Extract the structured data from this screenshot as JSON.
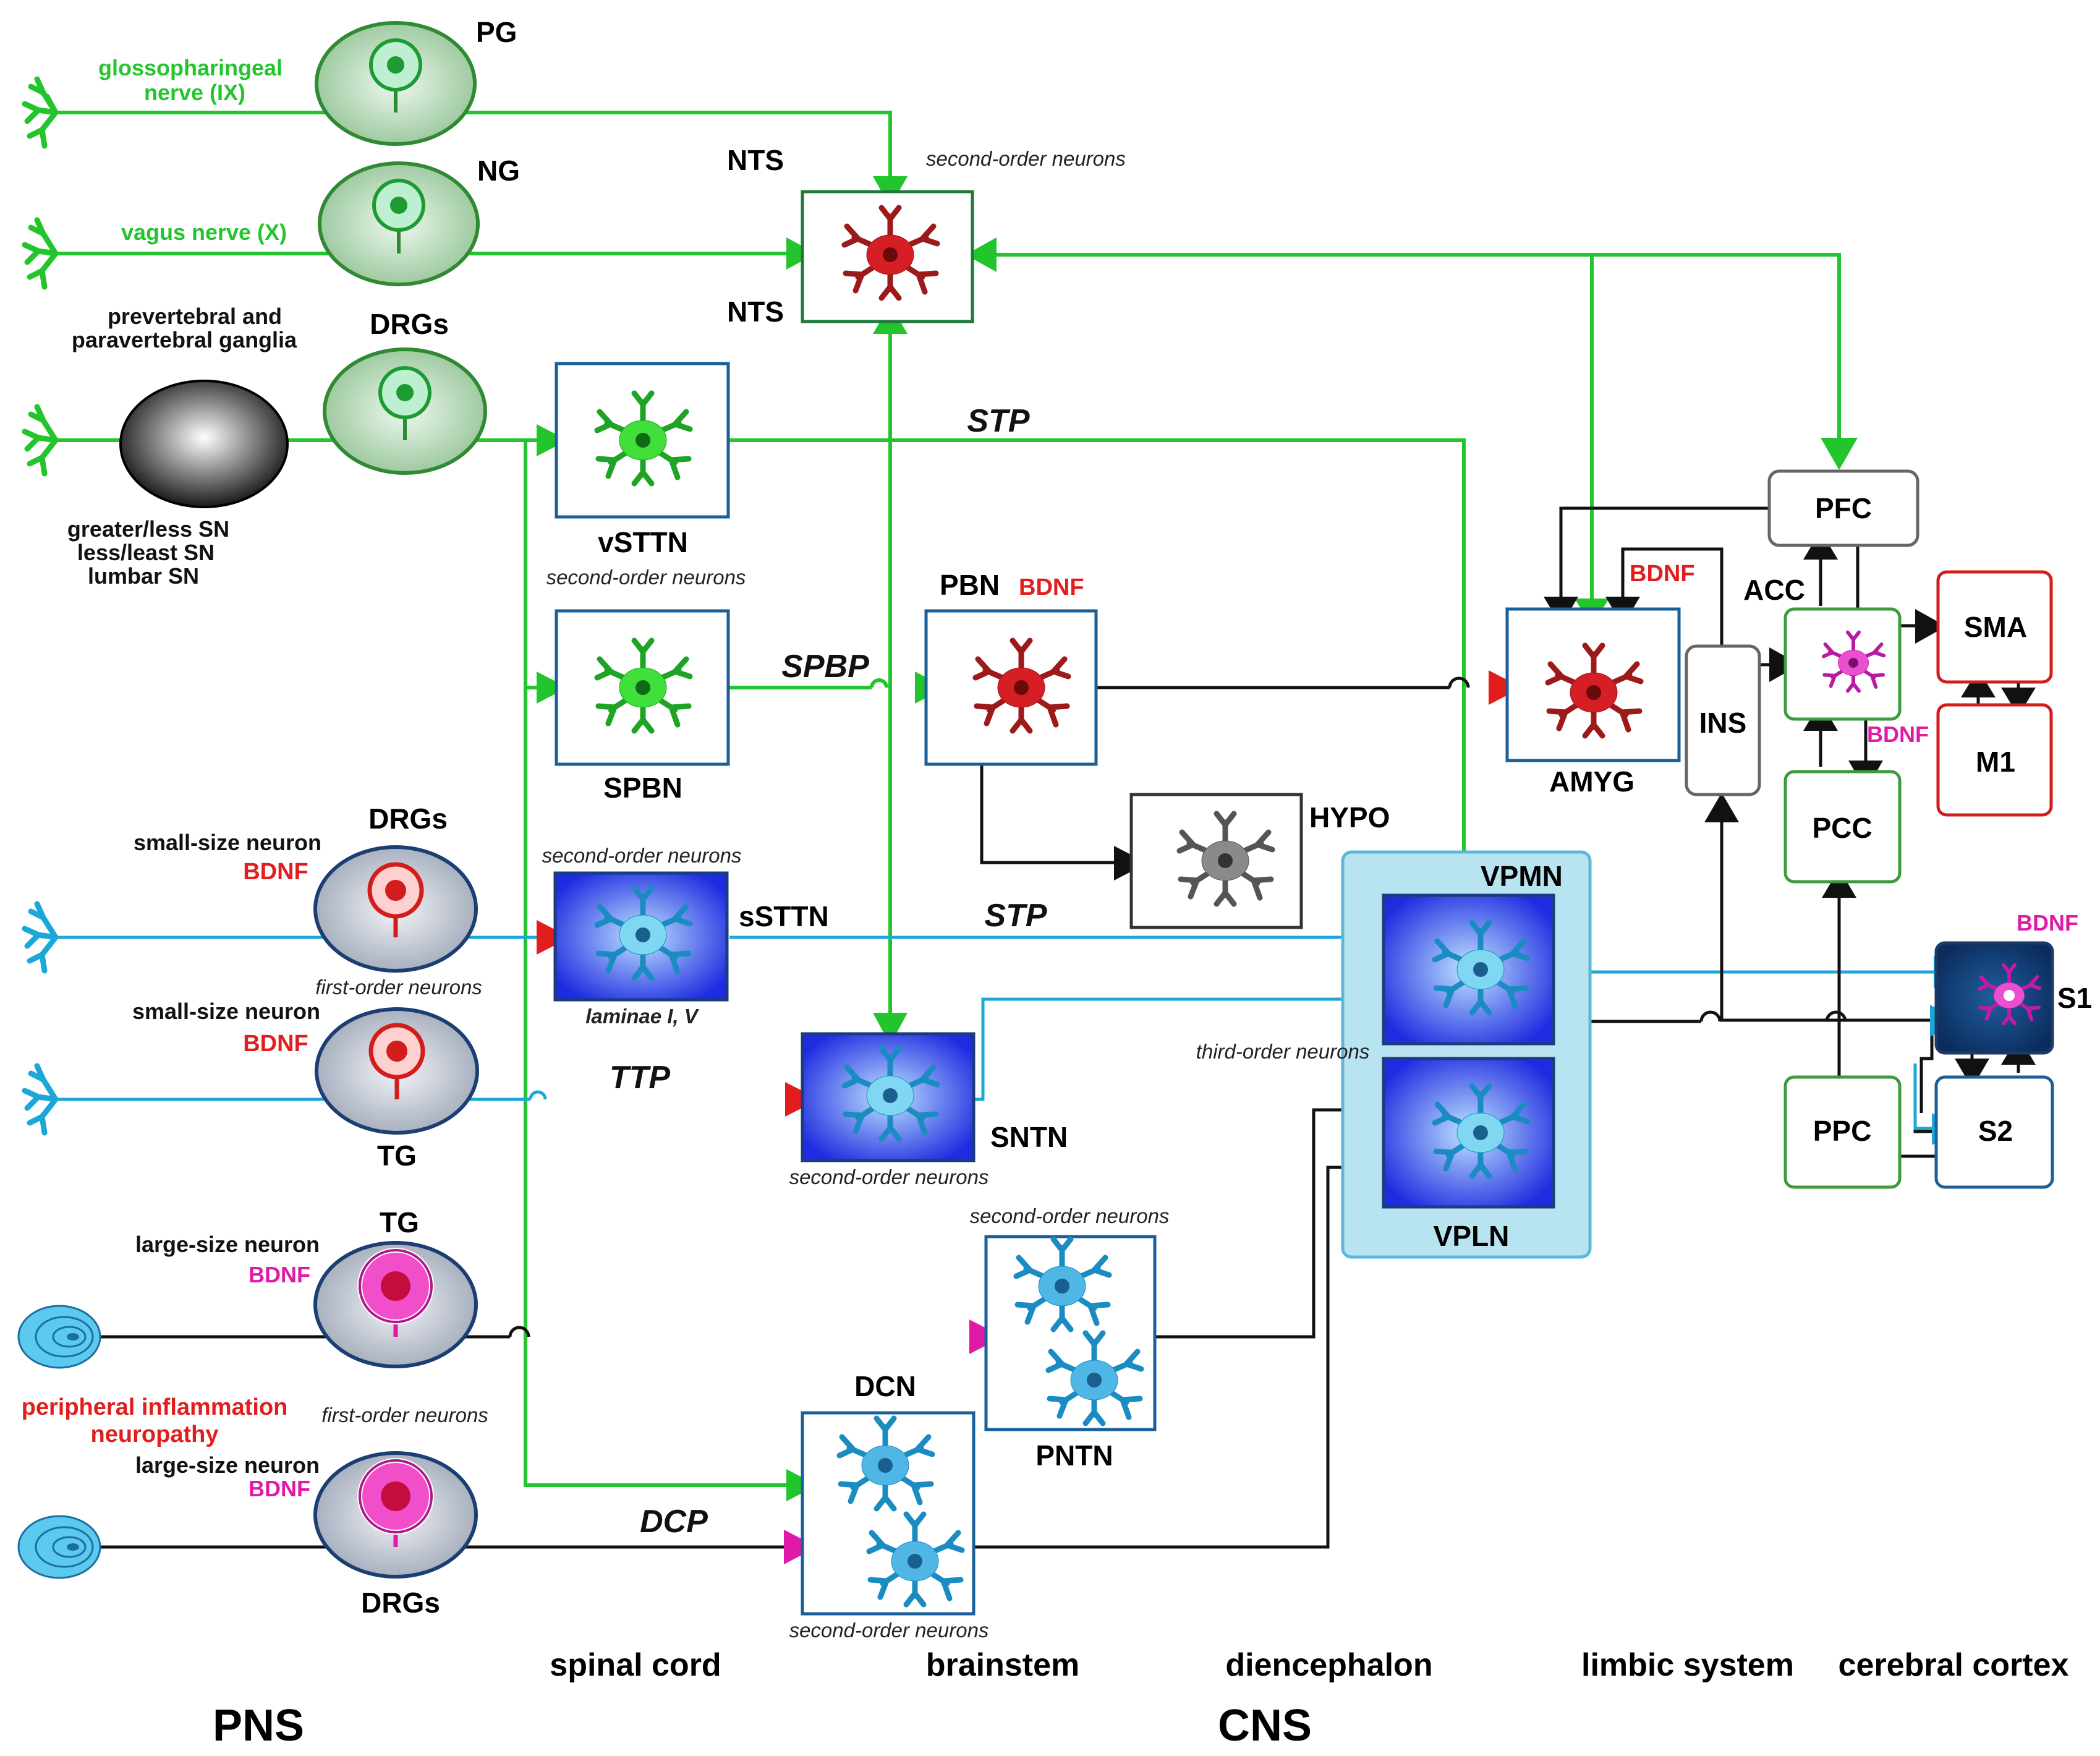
{
  "labels": {
    "pg": "PG",
    "ng": "NG",
    "nts_top": "NTS",
    "nts_bottom": "NTS",
    "drgs_top": "DRGs",
    "drgs_mid": "DRGs",
    "drgs_bottom": "DRGs",
    "tg_mid": "TG",
    "tg_bottom": "TG",
    "vsttn": "vSTTN",
    "spbn": "SPBN",
    "pbn": "PBN",
    "hypo": "HYPO",
    "sscttn": "sSTTN",
    "sntn": "SNTN",
    "dcn": "DCN",
    "pntn": "PNTN",
    "vpmn": "VPMN",
    "vpln": "VPLN",
    "amyg": "AMYG",
    "pfc": "PFC",
    "acc": "ACC",
    "ins": "INS",
    "sma": "SMA",
    "m1": "M1",
    "pcc": "PCC",
    "ppc": "PPC",
    "s1": "S1",
    "s2": "S2"
  },
  "nerve_labels": {
    "glosso_1": "glossopharingeal",
    "glosso_2": "nerve (IX)",
    "vagus": "vagus nerve (X)",
    "prevert_1": "prevertebral and",
    "prevert_2": "paravertebral ganglia",
    "sn_1": "greater/less SN",
    "sn_2": "less/least SN",
    "sn_3": "lumbar SN",
    "small_1": "small-size neuron",
    "small_2": "small-size neuron",
    "large_1": "large-size neuron",
    "large_2": "large-size neuron",
    "periph_1": "peripheral inflammation",
    "periph_2": "neuropathy"
  },
  "bdnf": {
    "pbn": "BDNF",
    "amyg": "BDNF",
    "small_1": "BDNF",
    "small_2": "BDNF",
    "large_1": "BDNF",
    "large_2": "BDNF",
    "acc": "BDNF",
    "s1": "BDNF"
  },
  "notes": {
    "second_nts": "second-order neurons",
    "second_vsttn": "second-order neurons",
    "second_sscttn": "second-order neurons",
    "first_small": "first-order neurons",
    "third": "third-order neurons",
    "laminae": "laminae I, V",
    "second_sntn": "second-order neurons",
    "second_pntn": "second-order neurons",
    "first_large": "first-order neurons",
    "second_dcn": "second-order neurons"
  },
  "pathways": {
    "stp_top": "STP",
    "spbp": "SPBP",
    "stp_mid": "STP",
    "ttp": "TTP",
    "dcp": "DCP"
  },
  "regions": {
    "spinal_cord": "spinal cord",
    "brainstem": "brainstem",
    "diencephalon": "diencephalon",
    "limbic": "limbic system",
    "cortex": "cerebral cortex",
    "pns": "PNS",
    "cns": "CNS"
  },
  "colors": {
    "green": "#22c52b",
    "blue": "#1ba7d8",
    "red": "#e11d1d",
    "magenta": "#e01aa8",
    "black": "#111111"
  }
}
